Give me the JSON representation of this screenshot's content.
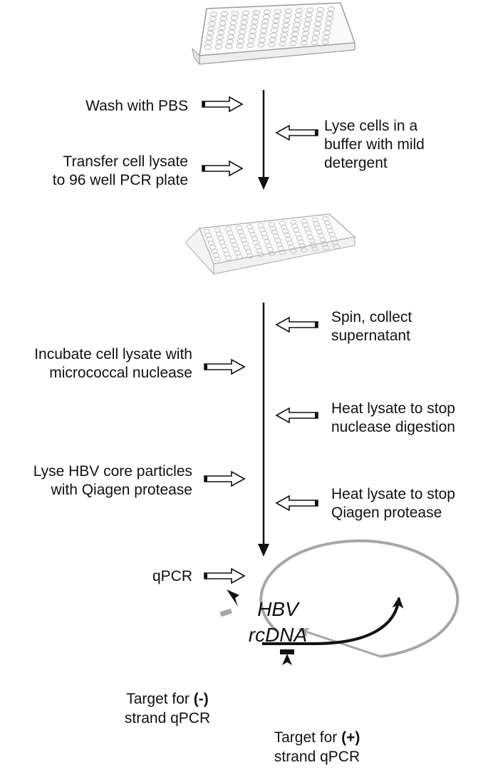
{
  "steps": {
    "wash": "Wash with PBS",
    "lyse_cells_1": "Lyse cells in a",
    "lyse_cells_2": "buffer with mild",
    "lyse_cells_3": "detergent",
    "transfer_1": "Transfer cell lysate",
    "transfer_2": "to 96 well PCR plate",
    "spin_1": "Spin, collect",
    "spin_2": "supernatant",
    "incubate_1": "Incubate cell lysate with",
    "incubate_2": "micrococcal nuclease",
    "heat_nuclease_1": "Heat lysate to stop",
    "heat_nuclease_2": "nuclease digestion",
    "lyse_hbv_1": "Lyse HBV core particles",
    "lyse_hbv_2": "with Qiagen protease",
    "heat_protease_1": "Heat lysate to stop",
    "heat_protease_2": "Qiagen protease",
    "qpcr": "qPCR"
  },
  "circle": {
    "line1": "HBV",
    "line2": "rcDNA"
  },
  "targets": {
    "minus_1": "Target for",
    "minus_sign": "(-)",
    "minus_2": "strand qPCR",
    "plus_1": "Target for",
    "plus_sign": "(+)",
    "plus_2": "strand qPCR"
  },
  "colors": {
    "circle": "#a6a6a6",
    "arrow": "#111111",
    "plate_line": "#9a9a9a"
  }
}
